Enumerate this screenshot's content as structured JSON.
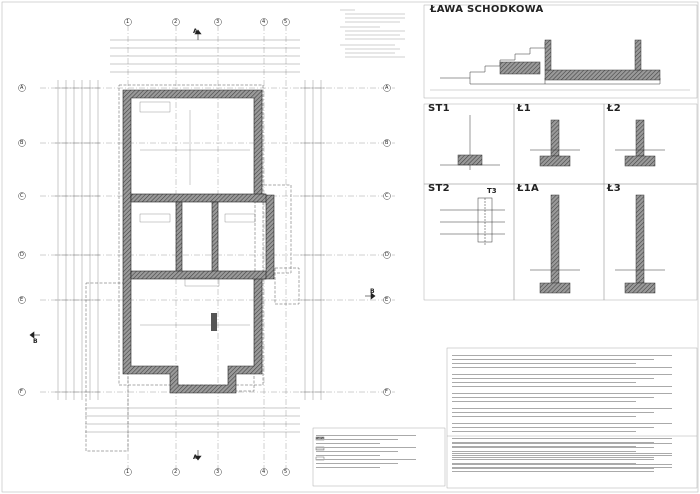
{
  "titles": {
    "stairs_footing": "ŁAWA SCHODKOWA",
    "st1": "ST1",
    "st2": "ST2",
    "t3": "T3",
    "l1": "Ł1",
    "l2": "Ł2",
    "l1a": "Ł1A",
    "l3": "Ł3"
  },
  "axes": {
    "letters": [
      "A",
      "B",
      "C",
      "D",
      "E",
      "F"
    ],
    "numbers": [
      "1",
      "2",
      "3",
      "4",
      "5"
    ]
  },
  "section_markers": [
    "A",
    "A",
    "B",
    "B"
  ],
  "notes": [
    {
      "lines": 4
    },
    {
      "lines": 4
    },
    {
      "lines": 3
    },
    {
      "lines": 3
    },
    {
      "lines": 3
    },
    {
      "lines": 3
    },
    {
      "lines": 2
    },
    {
      "lines": 2
    }
  ],
  "footnotes": {
    "lines": 8
  },
  "legend": {
    "lines": 9
  },
  "colors": {
    "wall_hatch": "#6b6b6b",
    "line": "#333333",
    "dim": "#777777"
  }
}
